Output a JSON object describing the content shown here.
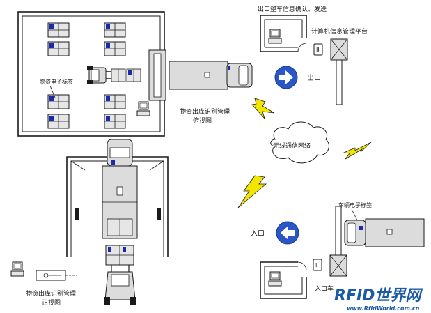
{
  "labels": {
    "exit_confirm": "出口整车信息确认、发送",
    "computer_platform": "计算机信息管理平台",
    "exit": "出口",
    "entrance": "入口",
    "wireless": "无线通信网络",
    "goods_tag": "物资电子标签",
    "top_view_line1": "物资出库识别管理",
    "top_view_line2": "俯视图",
    "front_view_line1": "物资出库识别管理",
    "front_view_line2": "正视图",
    "vehicle_tag": "车辆电子标签",
    "entrance_partial": "入口车",
    "watermark_logo": "RFID世界网",
    "watermark_url": "www.RfidWorld.com.cn"
  },
  "colors": {
    "line": "#1a1a1a",
    "box_fill": "#dcdcdc",
    "tag_blue": "#1a2aa8",
    "sign_blue": "#2a57c8",
    "bolt": "#f2e600",
    "logo_blue": "#1a5aa8"
  }
}
